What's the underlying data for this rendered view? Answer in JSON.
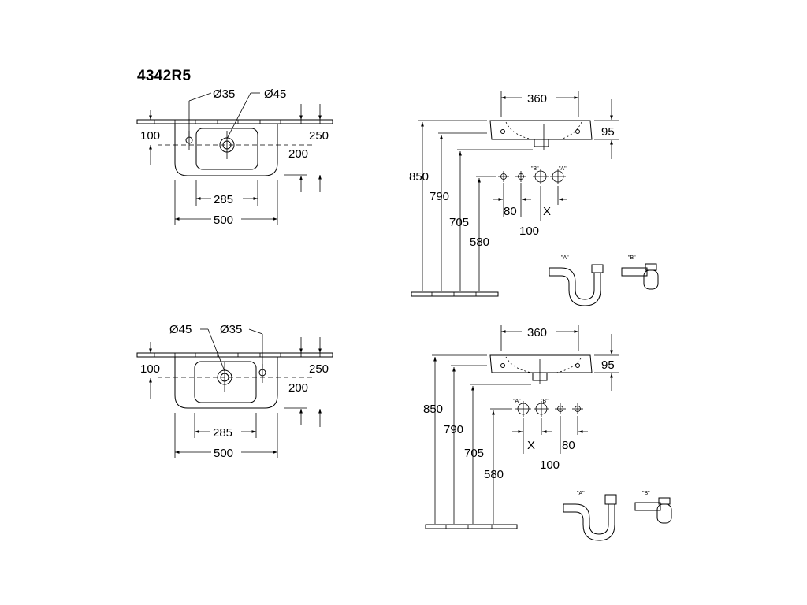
{
  "model": "4342R5",
  "top_view_1": {
    "d_small": "Ø35",
    "d_large": "Ø45",
    "d_100": "100",
    "d_250": "250",
    "d_200": "200",
    "d_285": "285",
    "d_500": "500"
  },
  "side_view_1": {
    "d_360": "360",
    "d_95": "95",
    "d_850": "850",
    "d_790": "790",
    "d_705": "705",
    "d_580": "580",
    "d_80": "80",
    "d_x": "X",
    "d_100": "100",
    "lbl_b": "\"B\"",
    "lbl_a": "\"A\"",
    "siphon_a": "\"A\"",
    "siphon_b": "\"B\""
  },
  "top_view_2": {
    "d_large": "Ø45",
    "d_small": "Ø35",
    "d_100": "100",
    "d_250": "250",
    "d_200": "200",
    "d_285": "285",
    "d_500": "500"
  },
  "side_view_2": {
    "d_360": "360",
    "d_95": "95",
    "d_850": "850",
    "d_790": "790",
    "d_705": "705",
    "d_580": "580",
    "d_x": "X",
    "d_80": "80",
    "d_100": "100",
    "lbl_a": "\"A\"",
    "lbl_b": "\"B\"",
    "siphon_a": "\"A\"",
    "siphon_b": "\"B\""
  }
}
